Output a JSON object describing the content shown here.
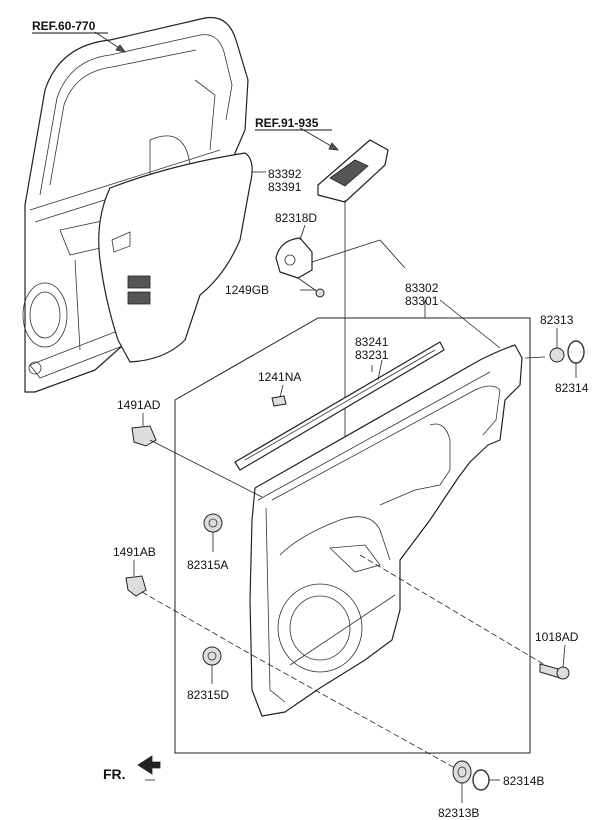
{
  "references": {
    "ref_door": "REF.60-770",
    "ref_switch": "REF.91-935"
  },
  "parts": {
    "p83392": "83392",
    "p83391": "83391",
    "p82318D": "82318D",
    "p1249GB": "1249GB",
    "p83302": "83302",
    "p83301": "83301",
    "p82313": "82313",
    "p82314": "82314",
    "p83241": "83241",
    "p83231": "83231",
    "p1241NA": "1241NA",
    "p1491AD": "1491AD",
    "p1491AB": "1491AB",
    "p82315A": "82315A",
    "p82315D": "82315D",
    "p1018AD": "1018AD",
    "p82314B": "82314B",
    "p82313B": "82313B"
  },
  "direction": {
    "front_label": "FR."
  }
}
